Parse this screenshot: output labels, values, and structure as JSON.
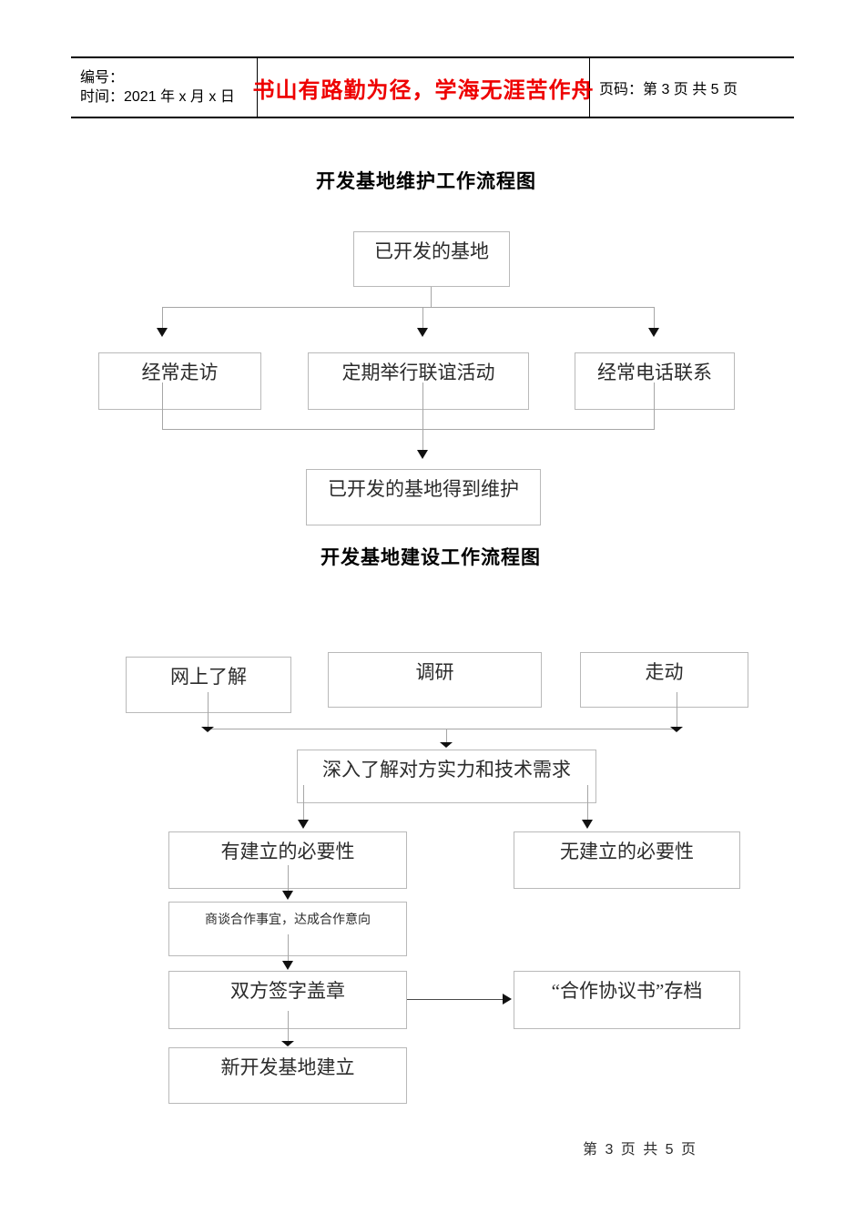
{
  "header": {
    "left_cell": {
      "line1": "编号：",
      "line2": "时间：2021 年 x 月 x 日"
    },
    "motto": "书山有路勤为径，学海无涯苦作舟",
    "motto_color": "#ee0000",
    "page_label": "页码：第 3 页  共 5 页"
  },
  "footer": {
    "page_label": "第 3 页 共 5 页"
  },
  "charts": [
    {
      "title": "开发基地维护工作流程图",
      "type": "flowchart",
      "nodes": [
        {
          "id": "n1",
          "label": "已开发的基地"
        },
        {
          "id": "n2",
          "label": "经常走访"
        },
        {
          "id": "n3",
          "label": "定期举行联谊活动"
        },
        {
          "id": "n4",
          "label": "经常电话联系"
        },
        {
          "id": "n5",
          "label": "已开发的基地得到维护"
        }
      ],
      "edges": [
        {
          "from": "n1",
          "to": "n2"
        },
        {
          "from": "n1",
          "to": "n3"
        },
        {
          "from": "n1",
          "to": "n4"
        },
        {
          "from": "n2",
          "to": "n5"
        },
        {
          "from": "n3",
          "to": "n5"
        },
        {
          "from": "n4",
          "to": "n5"
        }
      ]
    },
    {
      "title": "开发基地建设工作流程图",
      "type": "flowchart",
      "nodes": [
        {
          "id": "m1",
          "label": "网上了解"
        },
        {
          "id": "m2",
          "label": "调研"
        },
        {
          "id": "m3",
          "label": "走动"
        },
        {
          "id": "m4",
          "label": "深入了解对方实力和技术需求"
        },
        {
          "id": "m5",
          "label": "有建立的必要性"
        },
        {
          "id": "m6",
          "label": "无建立的必要性"
        },
        {
          "id": "m7",
          "label": "商谈合作事宜，达成合作意向"
        },
        {
          "id": "m8",
          "label": "双方签字盖章"
        },
        {
          "id": "m9",
          "label": "“合作协议书”存档"
        },
        {
          "id": "m10",
          "label": "新开发基地建立"
        }
      ],
      "edges": [
        {
          "from": "m1",
          "to": "m4"
        },
        {
          "from": "m2",
          "to": "m4"
        },
        {
          "from": "m3",
          "to": "m4"
        },
        {
          "from": "m4",
          "to": "m5"
        },
        {
          "from": "m4",
          "to": "m6"
        },
        {
          "from": "m5",
          "to": "m7"
        },
        {
          "from": "m7",
          "to": "m8"
        },
        {
          "from": "m8",
          "to": "m9"
        },
        {
          "from": "m8",
          "to": "m10"
        }
      ]
    }
  ]
}
